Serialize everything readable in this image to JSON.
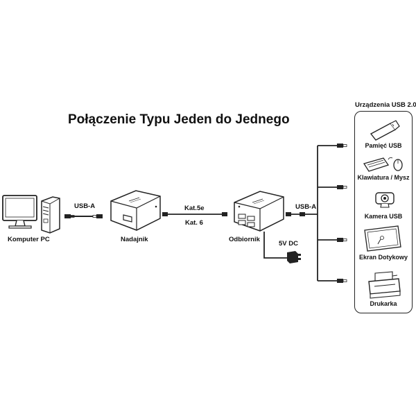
{
  "title": "Połączenie Typu Jeden do Jednego",
  "labels": {
    "computer": "Komputer PC",
    "usb_a_left": "USB-A",
    "transmitter": "Nadajnik",
    "cat5e": "Kat.5e",
    "cat6": "Kat. 6",
    "receiver": "Odbiornik",
    "usb_a_right": "USB-A",
    "power": "5V DC"
  },
  "usb_devices": {
    "title": "Urządzenia USB 2.0",
    "items": [
      {
        "label": "Pamięć USB",
        "icon": "usb-stick-icon"
      },
      {
        "label": "Klawiatura / Mysz",
        "icon": "keyboard-mouse-icon"
      },
      {
        "label": "Kamera USB",
        "icon": "webcam-icon"
      },
      {
        "label": "Ekran Dotykowy",
        "icon": "touchscreen-icon"
      },
      {
        "label": "Drukarka",
        "icon": "printer-icon"
      }
    ]
  }
}
